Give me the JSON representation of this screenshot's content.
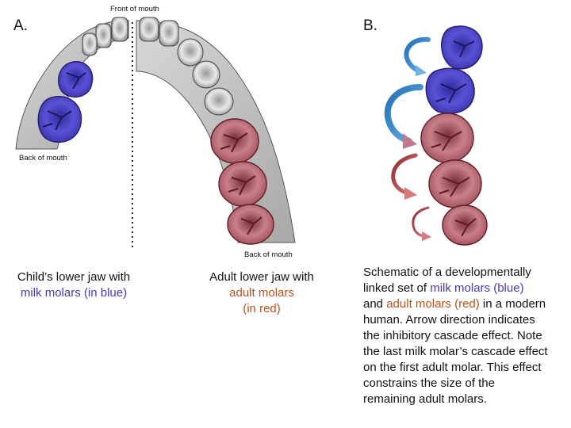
{
  "panel_a": {
    "label": "A.",
    "front_of_mouth": "Front of mouth",
    "back_of_mouth_left": "Back of mouth",
    "back_of_mouth_right": "Back of mouth",
    "child_caption": {
      "line1": "Child’s lower jaw with",
      "line2": "milk molars (in blue)"
    },
    "adult_caption": {
      "line1": "Adult lower jaw with",
      "line2": "adult molars",
      "line3": "(in red)"
    }
  },
  "panel_b": {
    "label": "B.",
    "caption": {
      "l1": "Schematic of a developmentally",
      "l2a": "linked set of ",
      "l2b": "milk molars (blue)",
      "l3a": "and ",
      "l3b": "adult molars (red)",
      "l3c": " in a modern",
      "l4": "human. Arrow direction indicates",
      "l5": "the inhibitory cascade effect. Note",
      "l6": "the last milk molar’s cascade effect",
      "l7": "on the first adult molar. This effect",
      "l8": "constrains the size of the",
      "l9": "remaining adult molars."
    }
  },
  "colors": {
    "milk_molar": "#4b43c4",
    "adult_molar": "#b96a73",
    "arrow_blue": "#2f7fc1",
    "arrow_red": "#a23a3e",
    "blue_text": "#4a3aa8",
    "red_text": "#b5531c"
  }
}
